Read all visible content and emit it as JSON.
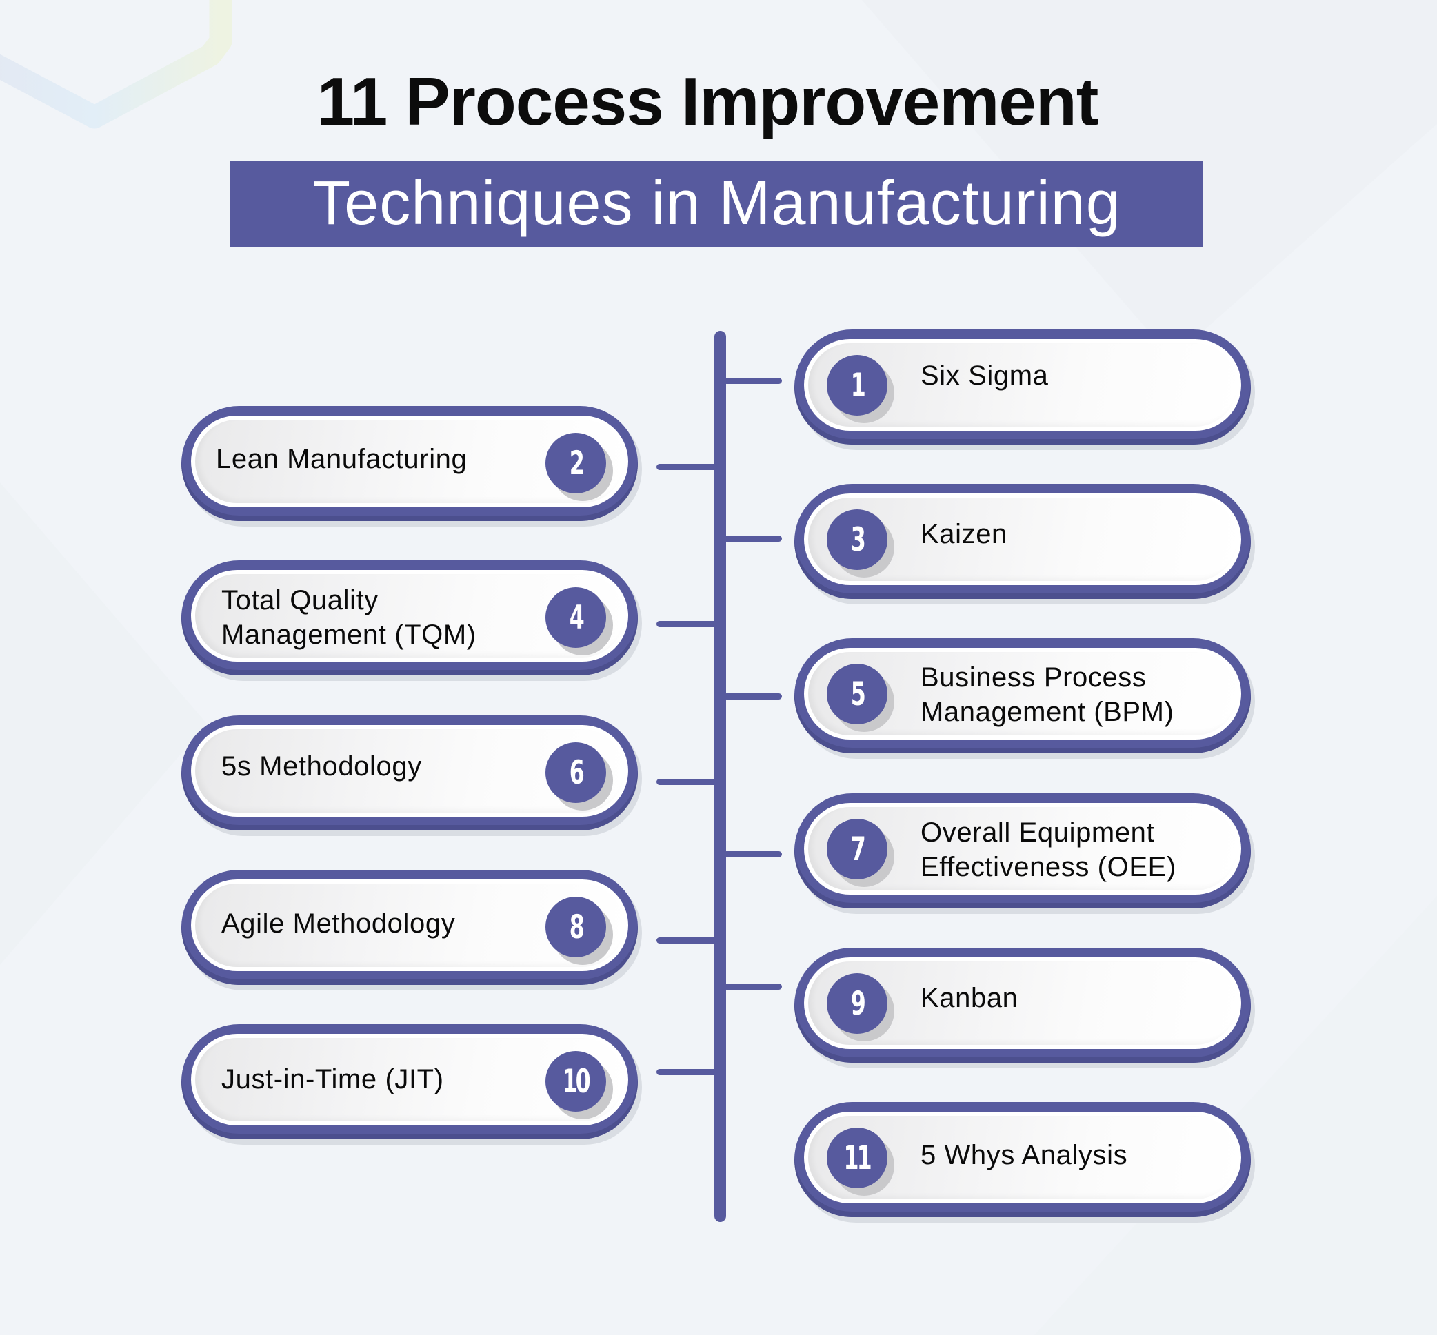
{
  "title": {
    "line1": "11 Process Improvement",
    "line2": "Techniques in Manufacturing"
  },
  "colors": {
    "accent": "#575A9E",
    "background": "#F1F4F8",
    "title_text": "#0C0C0C",
    "banner_text": "#FFFFFF",
    "badge_shadow": "#C9C9CB"
  },
  "techniques": [
    {
      "number": "1",
      "label": "Six Sigma",
      "side": "right"
    },
    {
      "number": "2",
      "label": "Lean Manufacturing",
      "side": "left"
    },
    {
      "number": "3",
      "label": "Kaizen",
      "side": "right"
    },
    {
      "number": "4",
      "label": "Total Quality Management (TQM)",
      "line1": "Total Quality",
      "line2": "Management (TQM)",
      "side": "left"
    },
    {
      "number": "5",
      "label": "Business Process Management (BPM)",
      "line1": "Business Process",
      "line2": "Management (BPM)",
      "side": "right"
    },
    {
      "number": "6",
      "label": "5s Methodology",
      "side": "left"
    },
    {
      "number": "7",
      "label": "Overall Equipment Effectiveness (OEE)",
      "line1": "Overall Equipment",
      "line2": "Effectiveness (OEE)",
      "side": "right"
    },
    {
      "number": "8",
      "label": "Agile Methodology",
      "side": "left"
    },
    {
      "number": "9",
      "label": "Kanban",
      "side": "right"
    },
    {
      "number": "10",
      "label": "Just-in-Time (JIT)",
      "side": "left"
    },
    {
      "number": "11",
      "label": "5 Whys Analysis",
      "side": "right"
    }
  ]
}
